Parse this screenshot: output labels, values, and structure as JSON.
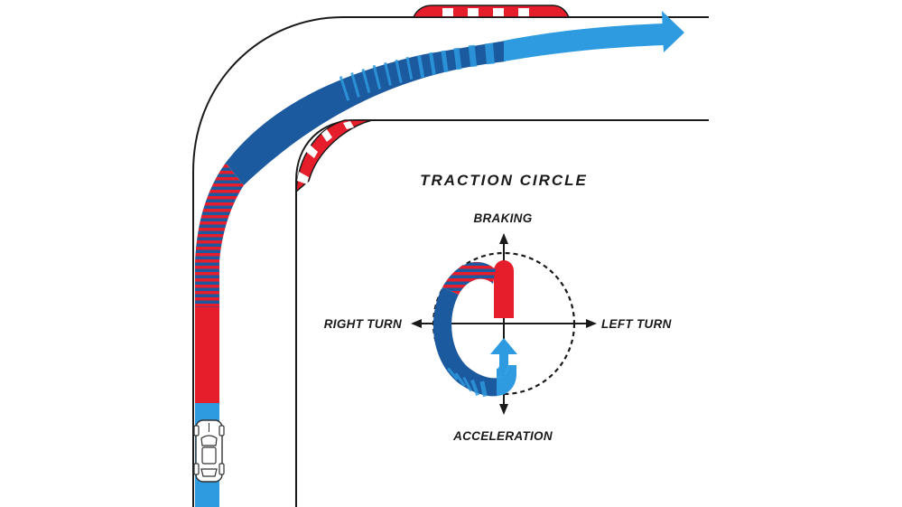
{
  "diagram": {
    "title": "TRACTION CIRCLE",
    "labels": {
      "top": "BRAKING",
      "bottom": "ACCELERATION",
      "left": "RIGHT TURN",
      "right": "LEFT TURN"
    },
    "colors": {
      "braking": "#e61e2b",
      "cornering": "#1c5aa0",
      "acceleration": "#2e9be0",
      "curb_white": "#ffffff",
      "outline": "#1a1a1a"
    },
    "icons": [
      "race-car-icon",
      "arrow-head-icon"
    ]
  }
}
